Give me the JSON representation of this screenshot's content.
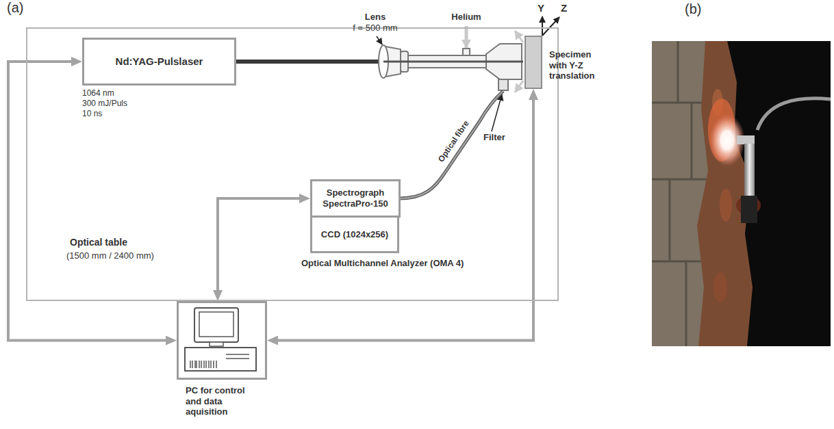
{
  "diagram": {
    "nodes": [
      {
        "text": [
          "Optical table",
          "(1500 mm / 2400 mm)"
        ]
      },
      {
        "text": [
          "Nd:YAG-Pulslaser"
        ],
        "in": 0
      },
      {
        "text": [
          "Specimen with Y-Z translation"
        ],
        "in": 0
      },
      {
        "text": [
          "Spectrograph SpectraPro-150"
        ],
        "in": 0
      },
      {
        "text": [
          "CCD (1024x256)"
        ],
        "in": 0
      },
      {
        "text": [
          "PC for control and data aquisition"
        ]
      }
    ],
    "edges": [
      {
        "from": 5,
        "to": 1,
        "arrow": "both"
      },
      {
        "from": 5,
        "to": 3,
        "arrow": "both"
      },
      {
        "from": 5,
        "to": 2,
        "arrow": "both"
      }
    ],
    "labels": [
      "(a)",
      "(b)",
      "1064 nm",
      "300 mJ/Puls",
      "10 ns",
      "Lens",
      "f = 500 mm",
      "Helium",
      "Y",
      "Z",
      "Optical fibre",
      "Filter",
      "Optical Multichannel Analyzer (OMA 4)"
    ]
  }
}
